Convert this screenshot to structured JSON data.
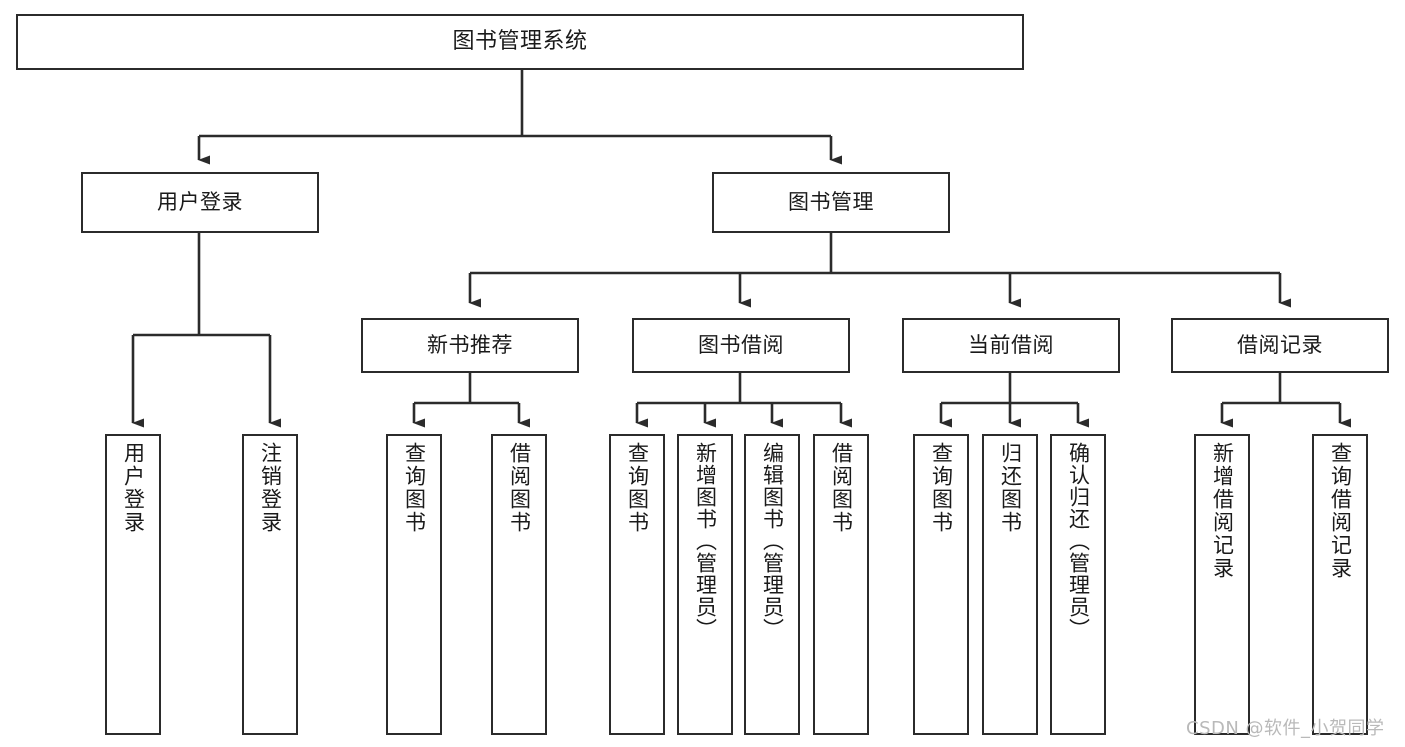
{
  "diagram": {
    "title": "图书管理系统",
    "type": "hierarchy-tree",
    "levels": 4,
    "root": {
      "label": "图书管理系统"
    },
    "level2": [
      {
        "label": "用户登录"
      },
      {
        "label": "图书管理"
      }
    ],
    "level3": [
      {
        "label": "新书推荐"
      },
      {
        "label": "图书借阅"
      },
      {
        "label": "当前借阅"
      },
      {
        "label": "借阅记录"
      }
    ],
    "leaves": {
      "user_login": [
        {
          "label": "用户登录"
        },
        {
          "label": "注销登录"
        }
      ],
      "new_book": [
        {
          "label": "查询图书"
        },
        {
          "label": "借阅图书"
        }
      ],
      "book_borrow": [
        {
          "label": "查询图书"
        },
        {
          "label": "新增图书（管理员）"
        },
        {
          "label": "编辑图书（管理员）"
        },
        {
          "label": "借阅图书"
        }
      ],
      "current_borrow": [
        {
          "label": "查询图书"
        },
        {
          "label": "归还图书"
        },
        {
          "label": "确认归还（管理员）"
        }
      ],
      "borrow_record": [
        {
          "label": "新增借阅记录"
        },
        {
          "label": "查询借阅记录"
        }
      ]
    }
  },
  "watermark": {
    "text": "CSDN @软件_小贺同学"
  },
  "colors": {
    "stroke": "#2b2b2b",
    "fill": "#ffffff",
    "text": "#1a1a1a",
    "watermark": "#b9b9b9"
  }
}
